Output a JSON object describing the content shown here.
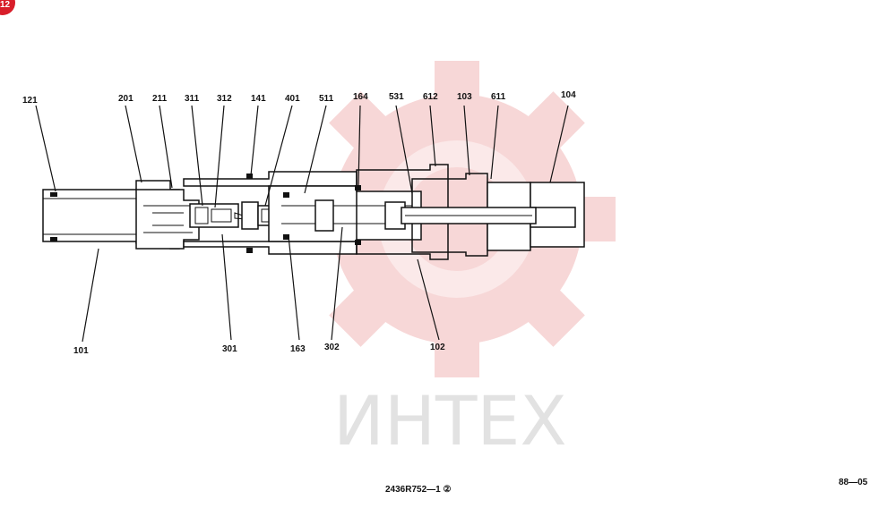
{
  "page_badge": "12",
  "watermark": {
    "text": "ИНТЕХ"
  },
  "part_labels": [
    {
      "id": "121"
    },
    {
      "id": "201"
    },
    {
      "id": "211"
    },
    {
      "id": "311"
    },
    {
      "id": "312"
    },
    {
      "id": "141"
    },
    {
      "id": "401"
    },
    {
      "id": "511"
    },
    {
      "id": "164"
    },
    {
      "id": "531"
    },
    {
      "id": "612"
    },
    {
      "id": "103"
    },
    {
      "id": "611"
    },
    {
      "id": "104"
    },
    {
      "id": "101"
    },
    {
      "id": "301"
    },
    {
      "id": "163"
    },
    {
      "id": "302"
    },
    {
      "id": "102"
    }
  ],
  "footer": {
    "drawing_number": "2436R752—1 ②",
    "page_ref": "88—05"
  }
}
